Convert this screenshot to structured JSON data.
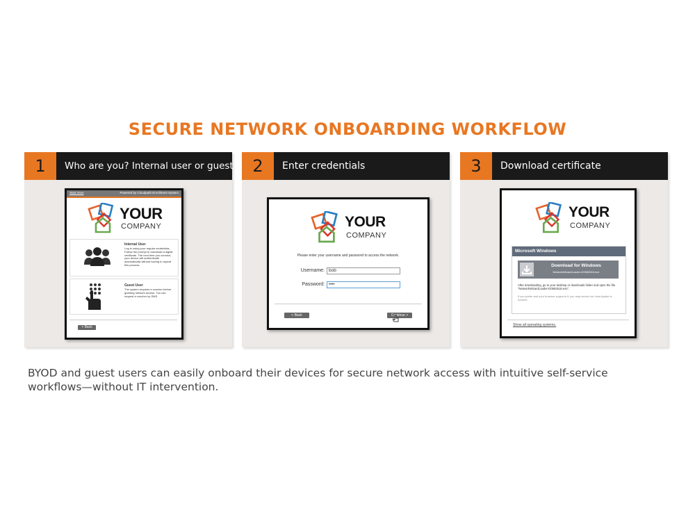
{
  "title": "SECURE NETWORK ONBOARDING WORKFLOW",
  "caption": "BYOD and guest users can easily onboard their devices for secure network access with intuitive self-service workflows—without IT intervention.",
  "colors": {
    "accent": "#e87722",
    "header_bg": "#1a1a1a",
    "panel_bg": "#ece9e7",
    "logo_orange": "#e8622a",
    "logo_blue": "#2a7fc1",
    "logo_green": "#6aa84f",
    "logo_red": "#d9352b"
  },
  "logo": {
    "line1": "YOUR",
    "line2": "COMPANY"
  },
  "steps": [
    {
      "number": "1",
      "label": "Who are you? Internal user or guest?",
      "screen": {
        "topbar_left": "Start Over",
        "topbar_right": "Powered by Cloudpath Enrollment System",
        "internal_title": "Internal User",
        "internal_text": "Log in using your regular credentials. Follow the prompt to download a digital certificate. The next time you connect, your device will authenticate automatically without having to repeat this process.",
        "guest_title": "Guest User",
        "guest_text": "The system requires a voucher before granting network access. You can request a voucher by SMS.",
        "back_label": "< Back",
        "internal_icon": "group-icon",
        "guest_icon": "keypad-hand-icon"
      }
    },
    {
      "number": "2",
      "label": "Enter credentials",
      "screen": {
        "prompt": "Please enter your username and password to access the network.",
        "username_label": "Username:",
        "username_value": "bob",
        "password_label": "Password:",
        "password_value": "••••",
        "back_label": "< Back",
        "continue_label": "Continue >"
      }
    },
    {
      "number": "3",
      "label": "Download certificate",
      "screen": {
        "os_header": "Microsoft Windows",
        "download_title": "Download for Windows",
        "download_file": "NetworkWizardLoader-D0562618.exe",
        "instructions": "After downloading, go to your desktop or downloads folder and open the file \"NetworkWizardLoader-D0562618.exe\".",
        "alt_text": "If you prefer and your browser supports it, you may launch via Java Applet or ActiveX.",
        "show_all_link": "Show all operating systems.",
        "download_icon": "download-icon"
      }
    }
  ]
}
